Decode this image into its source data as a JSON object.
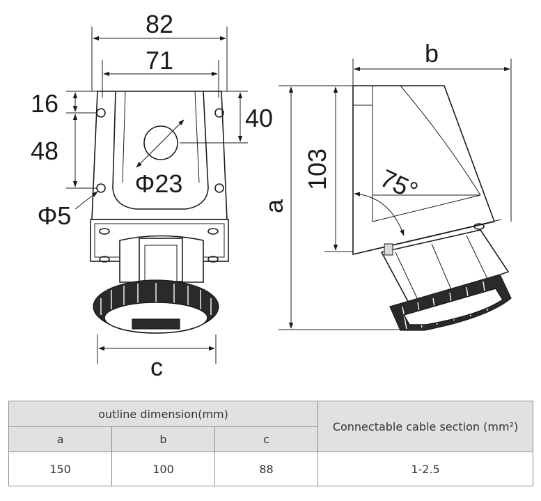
{
  "drawing": {
    "front_view": {
      "overall_width": "82",
      "mounting_hole_spacing": "71",
      "top_offset": "16",
      "vertical_hole_spacing": "48",
      "center_offset": "40",
      "center_hole_diameter": "Φ23",
      "mounting_hole_diameter": "Φ5",
      "socket_width": "c"
    },
    "side_view": {
      "depth": "b",
      "height": "a",
      "box_height": "103",
      "angle": "75°"
    }
  },
  "table": {
    "group_header": "outline dimension(mm)",
    "cable_header": "Connectable cable section (mm²)",
    "columns": [
      "a",
      "b",
      "c"
    ],
    "values": [
      "150",
      "100",
      "88"
    ],
    "cable_value": "1-2.5"
  }
}
